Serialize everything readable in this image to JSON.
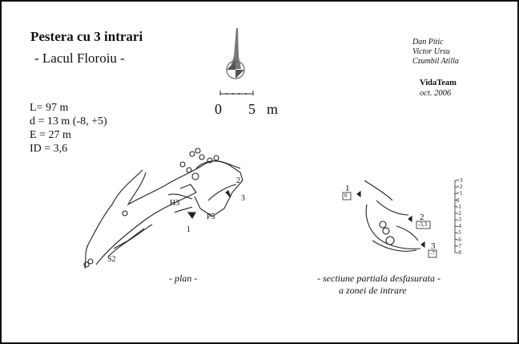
{
  "title": "Pestera cu 3 intrari",
  "subtitle": "- Lacul Floroiu -",
  "stats": [
    "L= 97 m",
    "d = 13 m (-8, +5)",
    "E = 27 m",
    "ID = 3,6"
  ],
  "authors": [
    "Dan Pitic",
    "Victor Ursu",
    "Czumbil Atilla"
  ],
  "team": "VidaTeam",
  "date": "oct. 2006",
  "scale": {
    "zero": "0",
    "five": "5",
    "unit": "m"
  },
  "compass_icon": "north-arrow-icon",
  "plan": {
    "caption": "- plan -",
    "labels": {
      "h3": "H3",
      "p5": "P5",
      "s2": "S2",
      "e1": "1",
      "e2": "2",
      "e3": "3"
    }
  },
  "section": {
    "caption_line1": "-  sectiune partiala desfasurata -",
    "caption_line2": "a zonei de intrare",
    "entrances": [
      {
        "num": "1",
        "depth": "0"
      },
      {
        "num": "2",
        "depth": "-3,3"
      },
      {
        "num": "3",
        "depth": "-7"
      }
    ],
    "depth_ticks": [
      "+3",
      "+2",
      "+1",
      "0",
      "-1",
      "-2",
      "-3",
      "-4",
      "-5",
      "-6",
      "-7",
      "-8"
    ]
  }
}
